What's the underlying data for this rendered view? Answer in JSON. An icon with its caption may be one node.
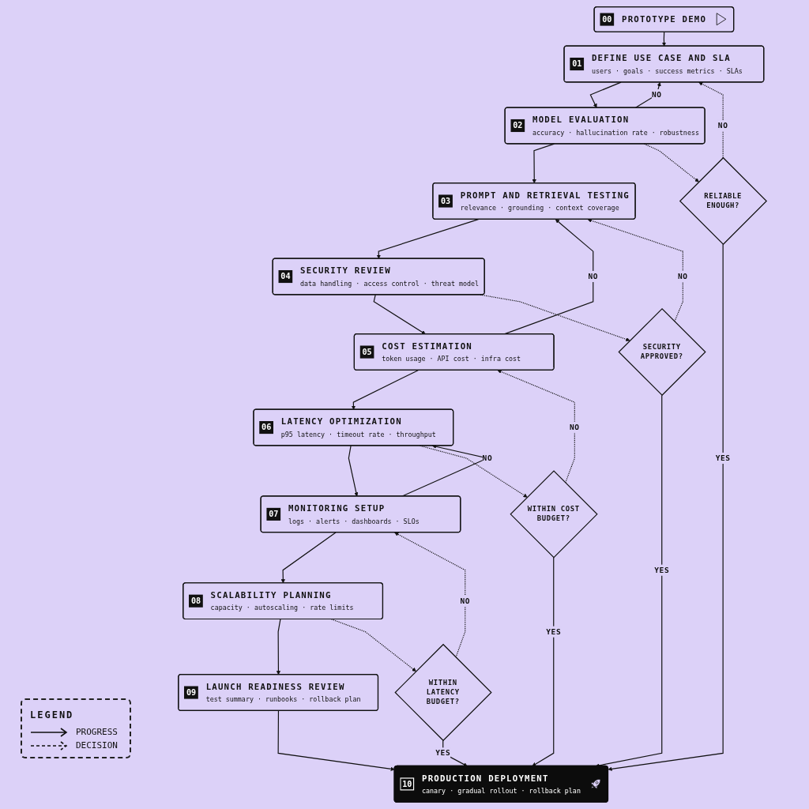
{
  "diagram": {
    "nodes": [
      {
        "text": [
          "00",
          "PROTOTYPE DEMO"
        ]
      },
      {
        "text": [
          "01",
          "DEFINE USE CASE AND SLA",
          "users · goals · success metrics · SLAs"
        ]
      },
      {
        "text": [
          "02",
          "MODEL EVALUATION",
          "accuracy · hallucination rate · robustness"
        ]
      },
      {
        "text": [
          "03",
          "PROMPT AND RETRIEVAL TESTING",
          "relevance · grounding · context coverage"
        ]
      },
      {
        "text": [
          "04",
          "SECURITY REVIEW",
          "data handling · access control · threat model"
        ]
      },
      {
        "text": [
          "05",
          "COST ESTIMATION",
          "token usage · API cost · infra cost"
        ]
      },
      {
        "text": [
          "06",
          "LATENCY OPTIMIZATION",
          "p95 latency · timeout rate · throughput"
        ]
      },
      {
        "text": [
          "07",
          "MONITORING SETUP",
          "logs · alerts · dashboards · SLOs"
        ]
      },
      {
        "text": [
          "08",
          "SCALABILITY PLANNING",
          "capacity · autoscaling · rate limits"
        ]
      },
      {
        "text": [
          "09",
          "LAUNCH READINESS REVIEW",
          "test summary · runbooks · rollback plan"
        ]
      },
      {
        "text": [
          "10",
          "PRODUCTION DEPLOYMENT",
          "canary · gradual rollout · rollback plan"
        ]
      },
      {
        "text": [
          "RELIABLE ENOUGH?"
        ]
      },
      {
        "text": [
          "SECURITY APPROVED?"
        ]
      },
      {
        "text": [
          "WITHIN COST BUDGET?"
        ]
      },
      {
        "text": [
          "WITHIN LATENCY BUDGET?"
        ]
      }
    ],
    "edges": [
      {
        "from": 0,
        "to": 1,
        "arrow": "to"
      },
      {
        "from": 1,
        "to": 2,
        "arrow": "to"
      },
      {
        "from": 2,
        "to": 3,
        "arrow": "to"
      },
      {
        "from": 3,
        "to": 4,
        "arrow": "to"
      },
      {
        "from": 4,
        "to": 5,
        "arrow": "to"
      },
      {
        "from": 5,
        "to": 6,
        "arrow": "to"
      },
      {
        "from": 6,
        "to": 7,
        "arrow": "to"
      },
      {
        "from": 7,
        "to": 8,
        "arrow": "to"
      },
      {
        "from": 8,
        "to": 9,
        "arrow": "to"
      },
      {
        "from": 9,
        "to": 10,
        "arrow": "to"
      },
      {
        "from": 2,
        "to": 1,
        "arrow": "to",
        "label": "NO"
      },
      {
        "from": 5,
        "to": 3,
        "arrow": "to",
        "label": "NO"
      },
      {
        "from": 7,
        "to": 6,
        "arrow": "to",
        "label": "NO"
      },
      {
        "from": 2,
        "to": 11,
        "arrow": "to",
        "style": "dashed"
      },
      {
        "from": 11,
        "to": 1,
        "arrow": "to",
        "label": "NO",
        "style": "dashed"
      },
      {
        "from": 11,
        "to": 10,
        "arrow": "to",
        "label": "YES"
      },
      {
        "from": 4,
        "to": 12,
        "arrow": "to",
        "style": "dashed"
      },
      {
        "from": 12,
        "to": 3,
        "arrow": "to",
        "label": "NO",
        "style": "dashed"
      },
      {
        "from": 12,
        "to": 10,
        "arrow": "to",
        "label": "YES"
      },
      {
        "from": 6,
        "to": 13,
        "arrow": "to",
        "style": "dashed"
      },
      {
        "from": 13,
        "to": 5,
        "arrow": "to",
        "label": "NO",
        "style": "dashed"
      },
      {
        "from": 13,
        "to": 10,
        "arrow": "to",
        "label": "YES"
      },
      {
        "from": 8,
        "to": 14,
        "arrow": "to",
        "style": "dashed"
      },
      {
        "from": 14,
        "to": 7,
        "arrow": "to",
        "label": "NO",
        "style": "dashed"
      },
      {
        "from": 14,
        "to": 10,
        "arrow": "to",
        "label": "YES"
      }
    ],
    "labels": [
      "LEGEND"
    ],
    "legend": [
      {
        "text": "PROGRESS"
      },
      {
        "text": "DECISION"
      }
    ]
  }
}
